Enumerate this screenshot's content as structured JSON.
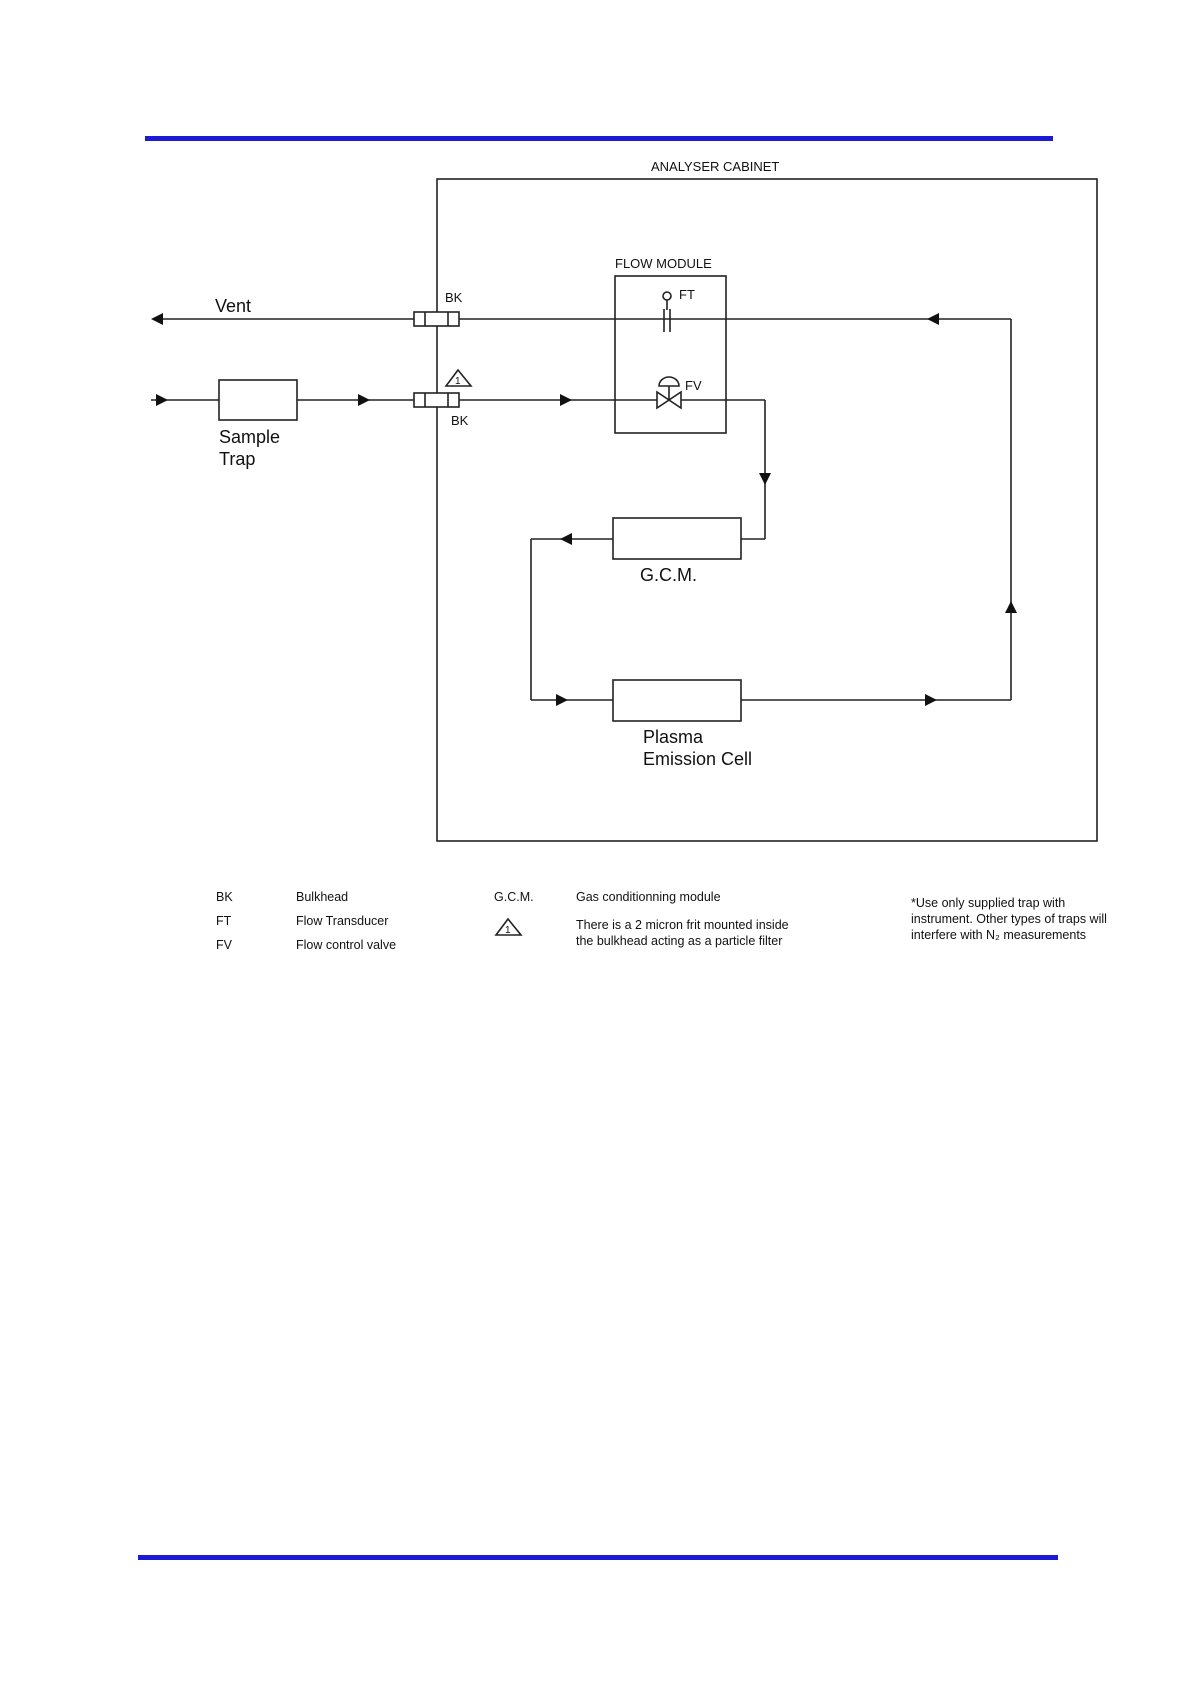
{
  "diagram": {
    "cabinet_label": "ANALYSER CABINET",
    "flow_module_label": "FLOW MODULE",
    "vent_label": "Vent",
    "sample_trap_label": [
      "Sample",
      "Trap"
    ],
    "bk_label_top": "BK",
    "bk_label_bottom": "BK",
    "ft_label": "FT",
    "fv_label": "FV",
    "warning_mark": "1",
    "gcm_label": "G.C.M.",
    "plasma_label": [
      "Plasma",
      "Emission Cell"
    ]
  },
  "legend": {
    "items": [
      {
        "abbr": "BK",
        "desc": "Bulkhead"
      },
      {
        "abbr": "FT",
        "desc": "Flow Transducer"
      },
      {
        "abbr": "FV",
        "desc": "Flow control valve"
      }
    ],
    "gcm_abbr": "G.C.M.",
    "gcm_desc": "Gas conditionning module",
    "frit_note": [
      "There is a 2 micron frit mounted inside",
      "the bulkhead acting as a particle filter"
    ],
    "trap_note": [
      "*Use only supplied trap with",
      "instrument. Other types of traps will",
      "interfere with N₂ measurements"
    ]
  },
  "colors": {
    "rule": "#1b1bd6"
  }
}
